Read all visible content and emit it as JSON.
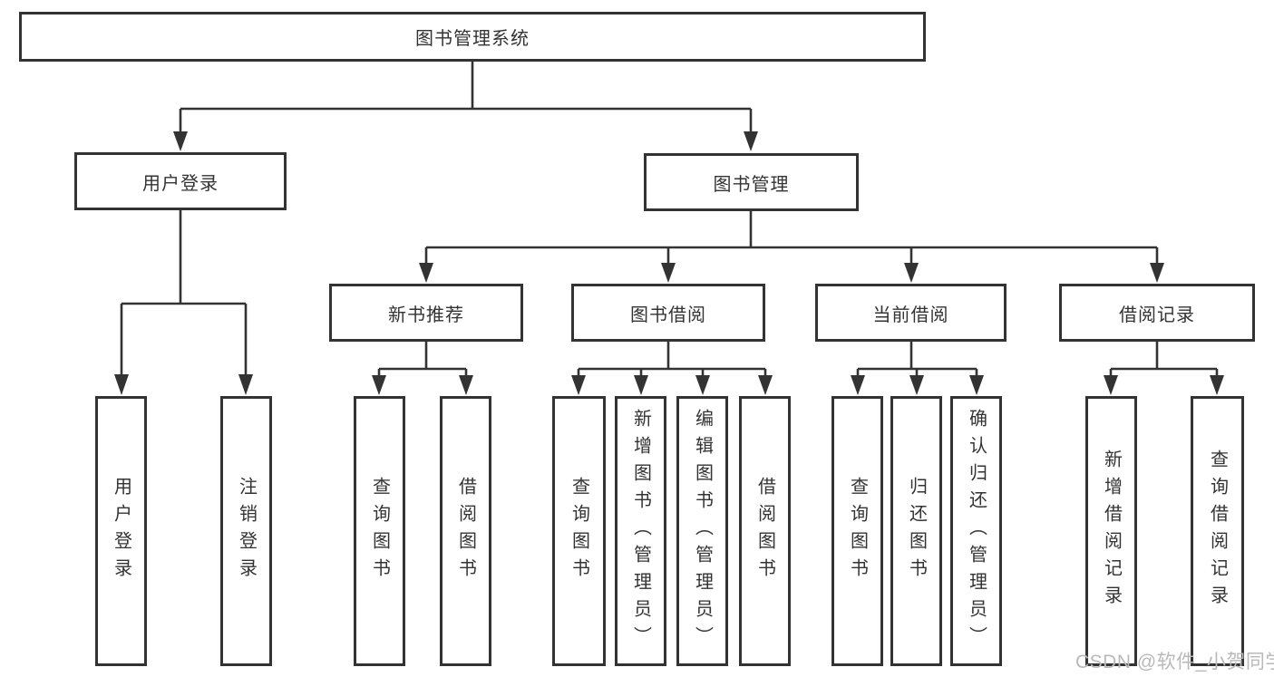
{
  "diagram": {
    "type": "hierarchy-tree",
    "tree": {
      "root": {
        "label": "图书管理系统"
      },
      "children": [
        {
          "label": "用户登录",
          "children": [
            {
              "label": "用户登录"
            },
            {
              "label": "注销登录"
            }
          ]
        },
        {
          "label": "图书管理",
          "children": [
            {
              "label": "新书推荐",
              "children": [
                {
                  "label": "查询图书"
                },
                {
                  "label": "借阅图书"
                }
              ]
            },
            {
              "label": "图书借阅",
              "children": [
                {
                  "label": "查询图书"
                },
                {
                  "label": "新增图书（管理员）"
                },
                {
                  "label": "编辑图书（管理员）"
                },
                {
                  "label": "借阅图书"
                }
              ]
            },
            {
              "label": "当前借阅",
              "children": [
                {
                  "label": "查询图书"
                },
                {
                  "label": "归还图书"
                },
                {
                  "label": "确认归还（管理员）"
                }
              ]
            },
            {
              "label": "借阅记录",
              "children": [
                {
                  "label": "新增借阅记录"
                },
                {
                  "label": "查询借阅记录"
                }
              ]
            }
          ]
        }
      ]
    },
    "colors": {
      "line": "#333333",
      "box_border": "#333333",
      "text": "#333333",
      "watermark": "#b9b9b9",
      "background": "#ffffff"
    }
  },
  "watermark": {
    "text": "CSDN @软件_小贺同学"
  }
}
